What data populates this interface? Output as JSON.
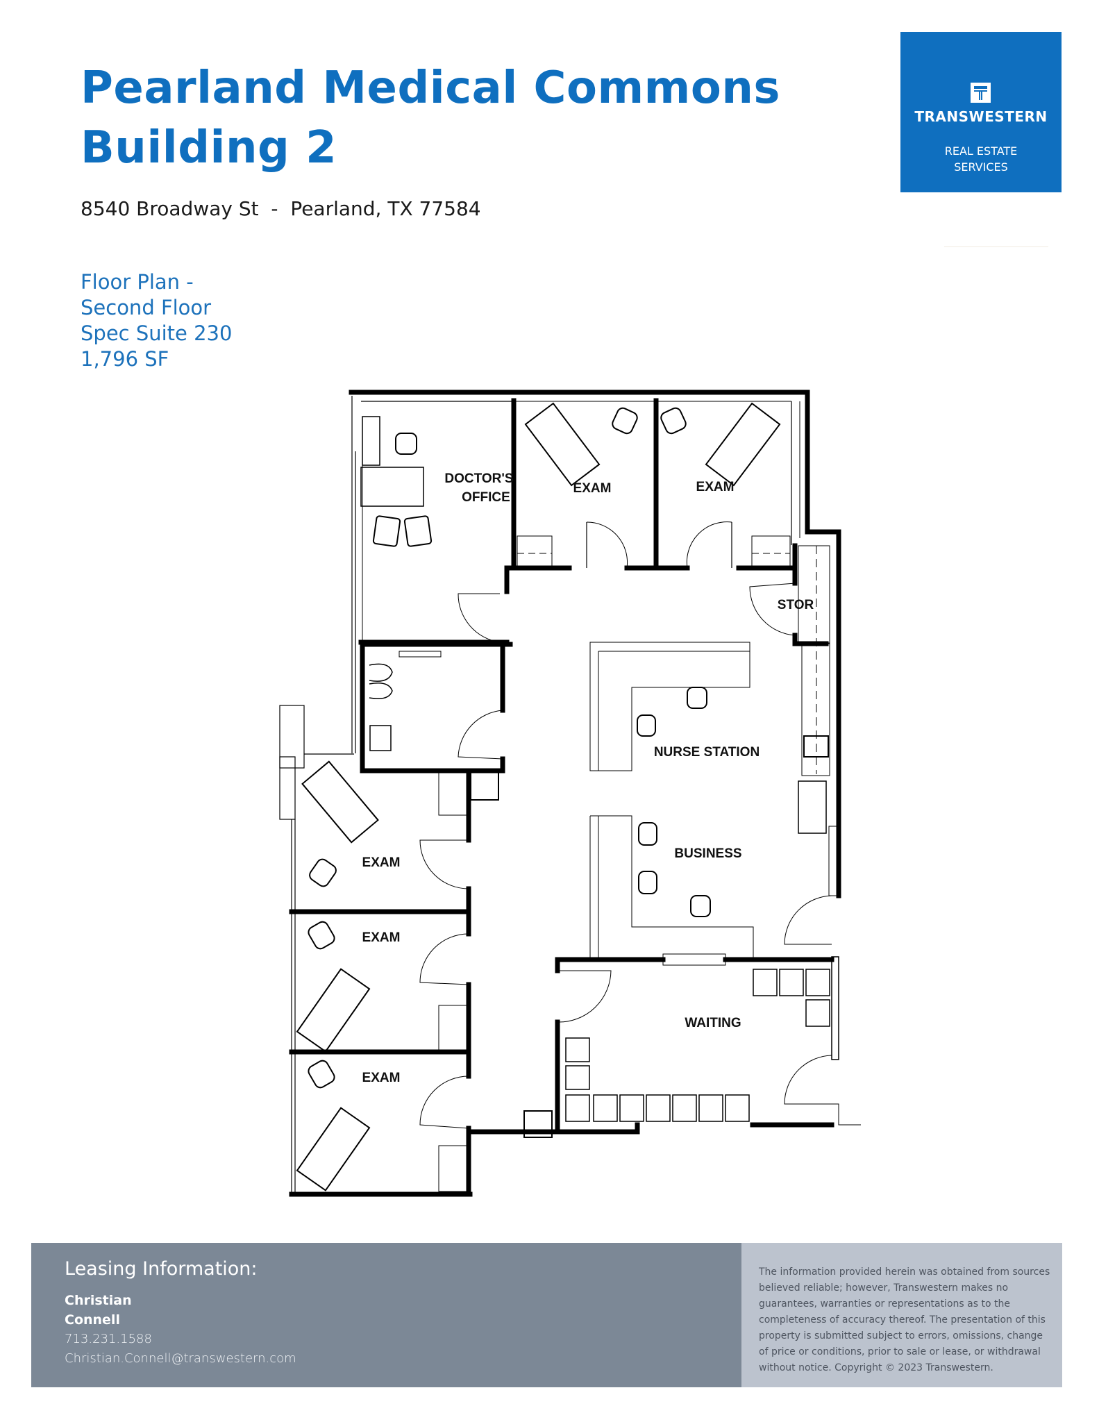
{
  "header": {
    "title_line1": "Pearland Medical Commons",
    "title_line2": "Building 2",
    "address": "8540 Broadway St  -  Pearland, TX 77584"
  },
  "logo": {
    "icon": "transwestern-t-icon",
    "name": "TRANSWESTERN",
    "sub_line1": "REAL ESTATE",
    "sub_line2": "SERVICES",
    "color": "#0f6fbf"
  },
  "plan_info": {
    "line1": "Floor Plan -",
    "line2": "Second Floor",
    "line3": "Spec Suite 230",
    "line4": "1,796 SF"
  },
  "floorplan": {
    "rooms": [
      {
        "label_line1": "DOCTOR'S",
        "label_line2": "OFFICE"
      },
      {
        "label": "EXAM"
      },
      {
        "label": "EXAM"
      },
      {
        "label": "STOR"
      },
      {
        "label": "NURSE STATION"
      },
      {
        "label": "BUSINESS"
      },
      {
        "label": "EXAM"
      },
      {
        "label": "EXAM"
      },
      {
        "label": "EXAM"
      },
      {
        "label": "WAITING"
      }
    ]
  },
  "footer": {
    "heading": "Leasing Information:",
    "contact_first": "Christian",
    "contact_last": "Connell",
    "phone": "713.231.1588",
    "email": "Christian.Connell@transwestern.com",
    "disclaimer": "The information provided herein was obtained from sources believed reliable; however, Transwestern makes no guarantees, warranties or representations as to the completeness of accuracy thereof. The presentation of this property is submitted subject to errors, omissions, change of price or conditions, prior to sale or lease, or withdrawal without notice. Copyright © 2023 Transwestern.",
    "bg_color": "#7c8896",
    "disclaimer_bg_color": "#bcc3ce"
  }
}
